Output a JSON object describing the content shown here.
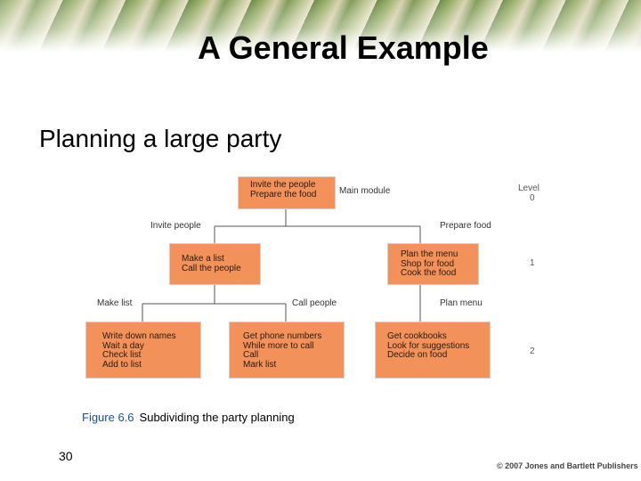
{
  "title": "A General Example",
  "subtitle": "Planning a large party",
  "diagram": {
    "main": {
      "lines": [
        "Invite the people",
        "Prepare the food"
      ],
      "label": "Main module"
    },
    "levels": {
      "header": "Level",
      "l0": "0",
      "l1": "1",
      "l2": "2"
    },
    "edge_labels": {
      "invite_people": "Invite people",
      "prepare_food": "Prepare food",
      "make_list": "Make list",
      "call_people": "Call people",
      "plan_menu": "Plan menu"
    },
    "level1": {
      "invite": [
        "Make a list",
        "Call the people"
      ],
      "prepare": [
        "Plan the menu",
        "Shop for food",
        "Cook the food"
      ]
    },
    "level2": {
      "make_list": [
        "Write down names",
        "Wait a day",
        "Check list",
        "Add to list"
      ],
      "call_people": [
        "Get phone numbers",
        "While more to call",
        "Call",
        "Mark list"
      ],
      "plan_menu": [
        "Get cookbooks",
        "Look for suggestions",
        "Decide on food"
      ]
    }
  },
  "caption": {
    "figure": "Figure 6.6",
    "text": "Subdividing the party planning"
  },
  "page_number": "30",
  "copyright": "© 2007 Jones and Bartlett Publishers"
}
